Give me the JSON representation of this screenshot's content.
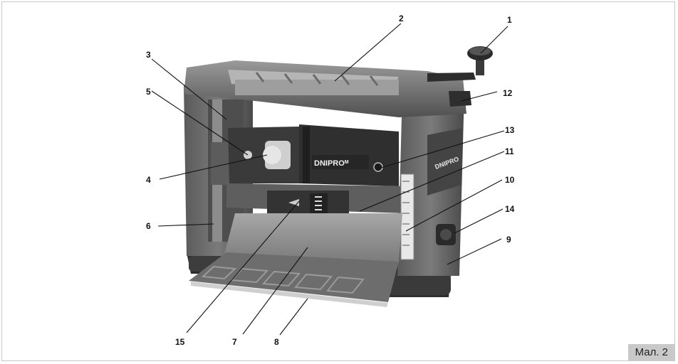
{
  "figure": {
    "caption": "Мал. 2",
    "brand": "DNIPRO",
    "brand_mark": "M",
    "callouts": [
      "1",
      "2",
      "3",
      "4",
      "5",
      "6",
      "7",
      "8",
      "9",
      "10",
      "11",
      "12",
      "13",
      "14",
      "15"
    ]
  },
  "colors": {
    "body_dark": "#3a3a3a",
    "body_mid": "#6e6e6e",
    "metal_light": "#bdbdbd",
    "table_grey": "#8d8d8d",
    "caption_bg": "#c9c9c9"
  },
  "icons": [
    "height-crank-knob-icon",
    "depth-scale-icon",
    "power-switch-icon",
    "carrying-handle-icon"
  ]
}
